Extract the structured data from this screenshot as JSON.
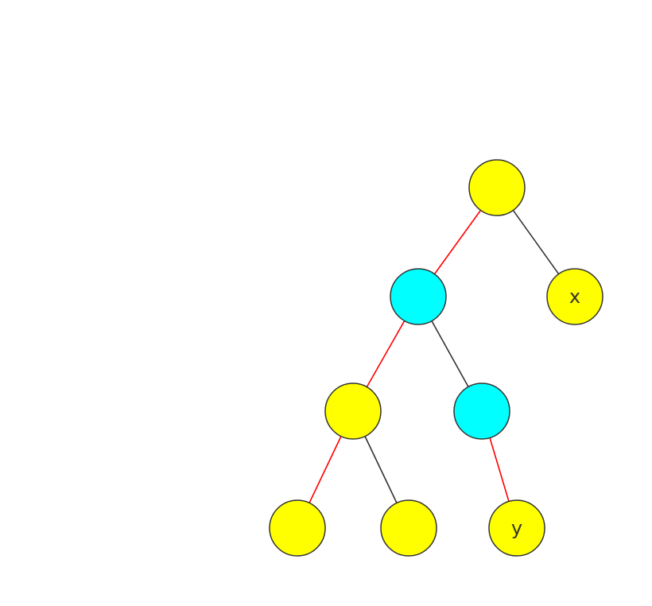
{
  "colors": {
    "yellow": "#ffff00",
    "cyan": "#00ffff",
    "red_edge": "#ff0000",
    "dark_edge": "#333333"
  },
  "nodes": [
    {
      "id": "root",
      "label": "",
      "fill": "yellow"
    },
    {
      "id": "left-child",
      "label": "",
      "fill": "cyan"
    },
    {
      "id": "x",
      "label": "x",
      "fill": "yellow"
    },
    {
      "id": "left-left",
      "label": "",
      "fill": "yellow"
    },
    {
      "id": "left-right",
      "label": "",
      "fill": "cyan"
    },
    {
      "id": "leaf-1",
      "label": "",
      "fill": "yellow"
    },
    {
      "id": "leaf-2",
      "label": "",
      "fill": "yellow"
    },
    {
      "id": "y",
      "label": "y",
      "fill": "yellow"
    }
  ],
  "edges": [
    {
      "from": "root",
      "to": "left-child",
      "color": "red_edge"
    },
    {
      "from": "root",
      "to": "x",
      "color": "dark_edge"
    },
    {
      "from": "left-child",
      "to": "left-left",
      "color": "red_edge"
    },
    {
      "from": "left-child",
      "to": "left-right",
      "color": "dark_edge"
    },
    {
      "from": "left-left",
      "to": "leaf-1",
      "color": "red_edge"
    },
    {
      "from": "left-left",
      "to": "leaf-2",
      "color": "dark_edge"
    },
    {
      "from": "left-right",
      "to": "y",
      "color": "red_edge"
    }
  ]
}
